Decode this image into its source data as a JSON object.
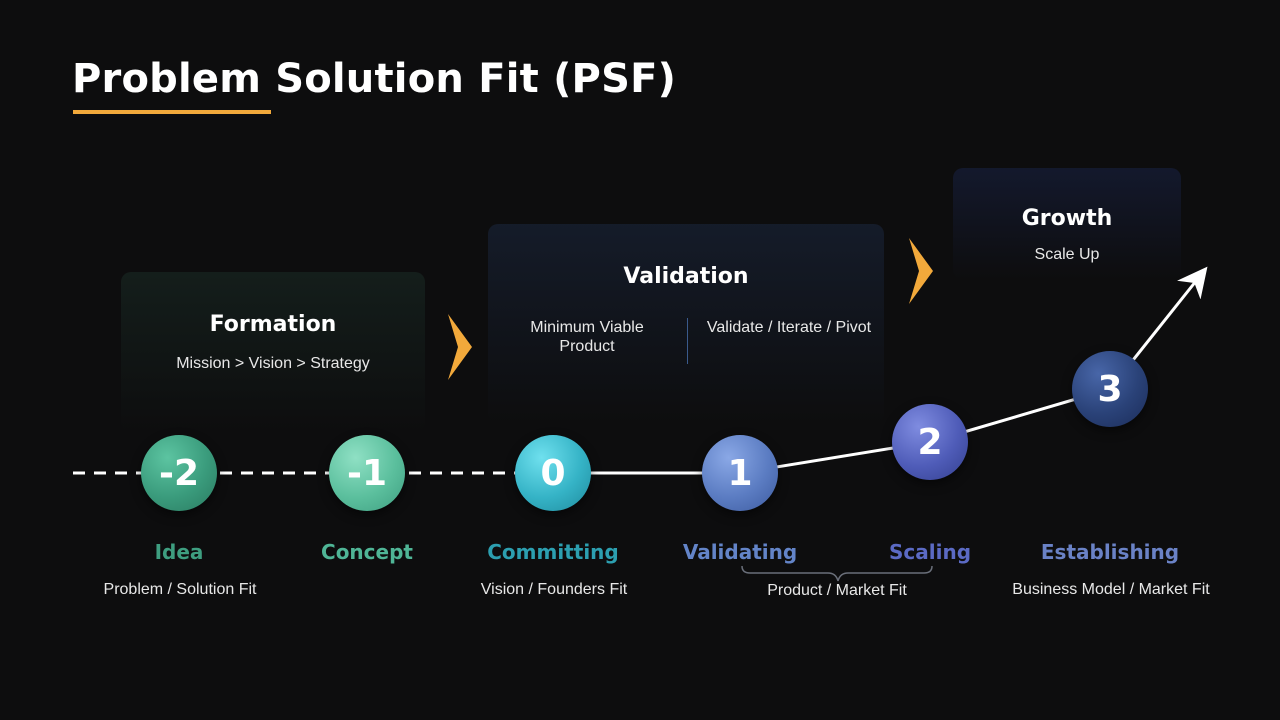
{
  "title": "Problem Solution Fit (PSF)",
  "colors": {
    "accent": "#f2a93b",
    "green": "#3fa482",
    "teal": "#2ea6b8",
    "blue": "#5b7fc4",
    "indigo": "#5a68c2",
    "navy": "#2a3f78"
  },
  "phases": {
    "formation": {
      "title": "Formation",
      "subtitle": "Mission > Vision > Strategy"
    },
    "validation": {
      "title": "Validation",
      "col1": "Minimum Viable Product",
      "col2": "Validate / Iterate / Pivot"
    },
    "growth": {
      "title": "Growth",
      "subtitle": "Scale Up"
    }
  },
  "stages": [
    {
      "number": "-2",
      "label": "Idea",
      "color": "#3e9e80"
    },
    {
      "number": "-1",
      "label": "Concept",
      "color": "#4fb596"
    },
    {
      "number": "0",
      "label": "Committing",
      "color": "#2c9fb0"
    },
    {
      "number": "1",
      "label": "Validating",
      "color": "#6384c8"
    },
    {
      "number": "2",
      "label": "Scaling",
      "color": "#5b6ac4"
    },
    {
      "number": "3",
      "label": "Establishing",
      "color": "#6a82c6"
    }
  ],
  "fits": {
    "problem_solution": "Problem / Solution Fit",
    "vision_founders": "Vision / Founders Fit",
    "product_market": "Product / Market Fit",
    "business_model_market": "Business Model / Market Fit"
  }
}
